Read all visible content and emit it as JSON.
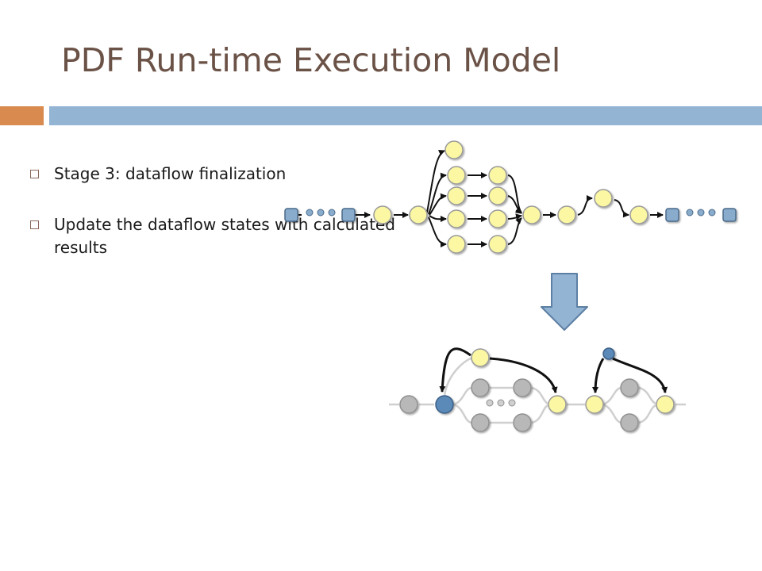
{
  "title": "PDF Run-time Execution Model",
  "bullets": [
    "Stage 3: dataflow finalization",
    "Update the dataflow states with calculated results"
  ],
  "colors": {
    "title": "#6b5247",
    "accent_orange": "#d98a4f",
    "accent_blue": "#94b4d4",
    "node_yellow": "#fbf7a3",
    "node_grey": "#b8b8b8",
    "node_blue": "#5b8ab8",
    "square_node": "#8aaccc"
  },
  "icons": [
    "checkbox-bullet-icon",
    "down-arrow-icon"
  ]
}
